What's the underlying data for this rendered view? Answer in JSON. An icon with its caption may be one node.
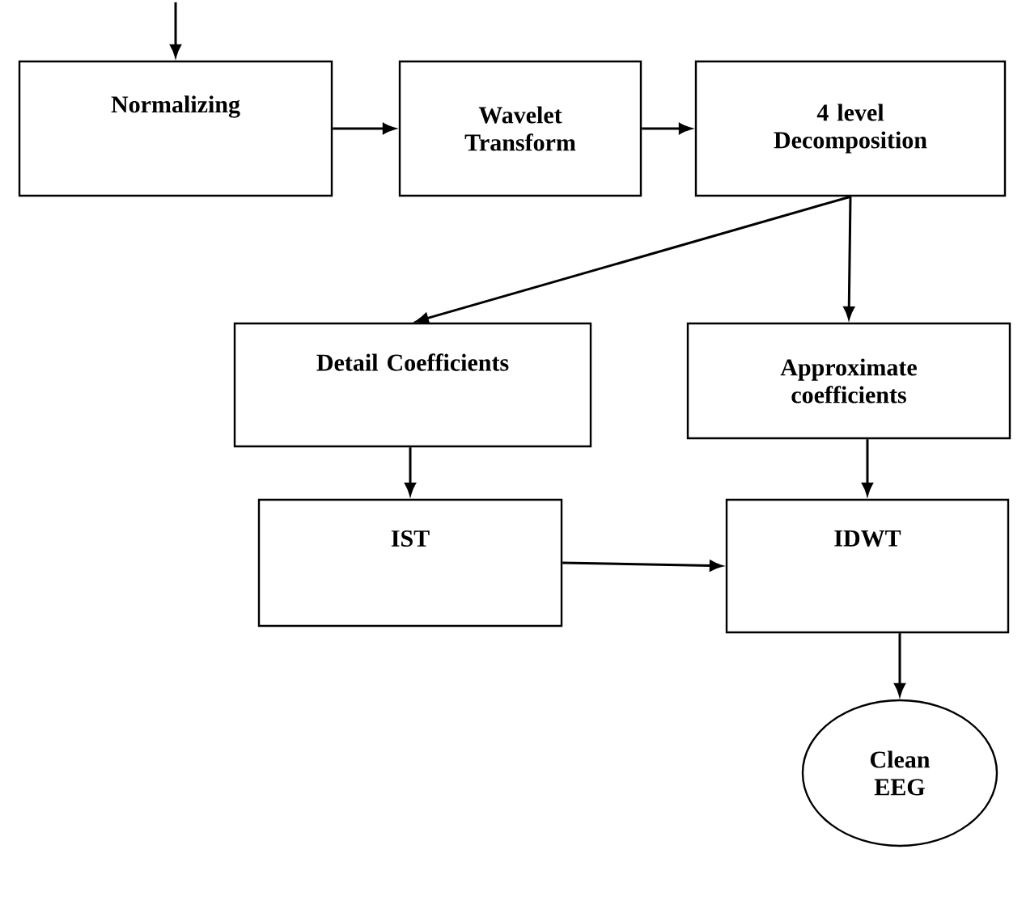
{
  "diagram": {
    "nodes": [
      {
        "text": [
          "Normalizing"
        ]
      },
      {
        "text": [
          "Wavelet Transform"
        ]
      },
      {
        "text": [
          "4 level Decomposition"
        ]
      },
      {
        "text": [
          "Detail Coefficients"
        ]
      },
      {
        "text": [
          "Approximate coefficients"
        ]
      },
      {
        "text": [
          "IST"
        ]
      },
      {
        "text": [
          "IDWT"
        ]
      },
      {
        "text": [
          "Clean EEG"
        ]
      }
    ],
    "edges": [
      {
        "from": null,
        "to": 0,
        "arrow": "to"
      },
      {
        "from": 0,
        "to": 1,
        "arrow": "to"
      },
      {
        "from": 1,
        "to": 2,
        "arrow": "to"
      },
      {
        "from": 2,
        "to": 3,
        "arrow": "to"
      },
      {
        "from": 2,
        "to": 4,
        "arrow": "to"
      },
      {
        "from": 3,
        "to": 5,
        "arrow": "to"
      },
      {
        "from": 4,
        "to": 6,
        "arrow": "to"
      },
      {
        "from": 5,
        "to": 6,
        "arrow": "to"
      },
      {
        "from": 6,
        "to": 7,
        "arrow": "to"
      }
    ]
  }
}
